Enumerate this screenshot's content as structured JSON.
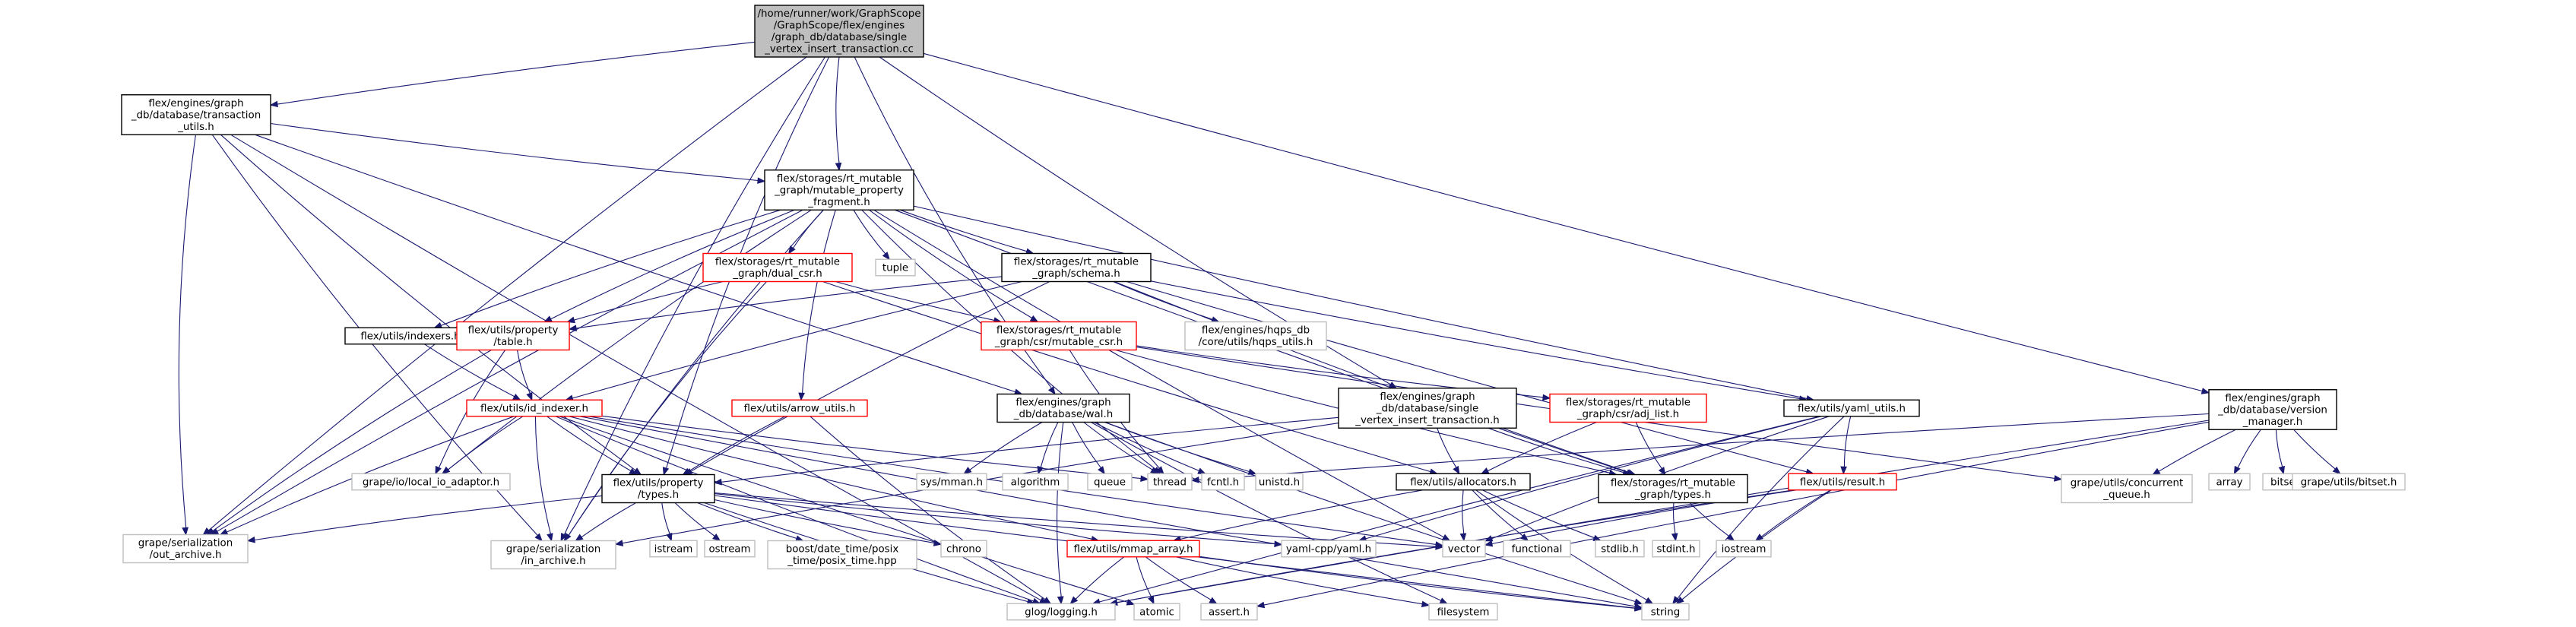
{
  "nodes": [
    {
      "id": "root",
      "lines": [
        "/home/runner/work/GraphScope",
        "/GraphScope/flex/engines",
        "/graph_db/database/single",
        "_vertex_insert_transaction.cc"
      ],
      "style": "root"
    },
    {
      "id": "txn_utils",
      "lines": [
        "flex/engines/graph",
        "_db/database/transaction",
        "_utils.h"
      ],
      "style": "normal"
    },
    {
      "id": "mpf",
      "lines": [
        "flex/storages/rt_mutable",
        "_graph/mutable_property",
        "_fragment.h"
      ],
      "style": "normal"
    },
    {
      "id": "version_mgr",
      "lines": [
        "flex/engines/graph",
        "_db/database/version",
        "_manager.h"
      ],
      "style": "normal"
    },
    {
      "id": "dual_csr",
      "lines": [
        "flex/storages/rt_mutable",
        "_graph/dual_csr.h"
      ],
      "style": "red"
    },
    {
      "id": "tuple",
      "lines": [
        "tuple"
      ],
      "style": "gray"
    },
    {
      "id": "schema",
      "lines": [
        "flex/storages/rt_mutable",
        "_graph/schema.h"
      ],
      "style": "normal"
    },
    {
      "id": "indexers",
      "lines": [
        "flex/utils/indexers.h"
      ],
      "style": "normal"
    },
    {
      "id": "prop_table",
      "lines": [
        "flex/utils/property",
        "/table.h"
      ],
      "style": "red"
    },
    {
      "id": "mutable_csr",
      "lines": [
        "flex/storages/rt_mutable",
        "_graph/csr/mutable_csr.h"
      ],
      "style": "red"
    },
    {
      "id": "hqps_utils",
      "lines": [
        "flex/engines/hqps_db",
        "/core/utils/hqps_utils.h"
      ],
      "style": "gray"
    },
    {
      "id": "id_indexer",
      "lines": [
        "flex/utils/id_indexer.h"
      ],
      "style": "red"
    },
    {
      "id": "arrow_utils",
      "lines": [
        "flex/utils/arrow_utils.h"
      ],
      "style": "red"
    },
    {
      "id": "wal",
      "lines": [
        "flex/engines/graph",
        "_db/database/wal.h"
      ],
      "style": "normal"
    },
    {
      "id": "svit",
      "lines": [
        "flex/engines/graph",
        "_db/database/single",
        "_vertex_insert_transaction.h"
      ],
      "style": "normal"
    },
    {
      "id": "adj_list",
      "lines": [
        "flex/storages/rt_mutable",
        "_graph/csr/adj_list.h"
      ],
      "style": "red"
    },
    {
      "id": "yaml_utils",
      "lines": [
        "flex/utils/yaml_utils.h"
      ],
      "style": "normal"
    },
    {
      "id": "local_io",
      "lines": [
        "grape/io/local_io_adaptor.h"
      ],
      "style": "gray"
    },
    {
      "id": "prop_types",
      "lines": [
        "flex/utils/property",
        "/types.h"
      ],
      "style": "normal"
    },
    {
      "id": "sys_mman",
      "lines": [
        "sys/mman.h"
      ],
      "style": "gray"
    },
    {
      "id": "algorithm",
      "lines": [
        "algorithm"
      ],
      "style": "gray"
    },
    {
      "id": "queue",
      "lines": [
        "queue"
      ],
      "style": "gray"
    },
    {
      "id": "thread",
      "lines": [
        "thread"
      ],
      "style": "gray"
    },
    {
      "id": "fcntl",
      "lines": [
        "fcntl.h"
      ],
      "style": "gray"
    },
    {
      "id": "unistd",
      "lines": [
        "unistd.h"
      ],
      "style": "gray"
    },
    {
      "id": "allocators",
      "lines": [
        "flex/utils/allocators.h"
      ],
      "style": "normal"
    },
    {
      "id": "rmg_types",
      "lines": [
        "flex/storages/rt_mutable",
        "_graph/types.h"
      ],
      "style": "normal"
    },
    {
      "id": "result",
      "lines": [
        "flex/utils/result.h"
      ],
      "style": "red"
    },
    {
      "id": "concurrent_queue",
      "lines": [
        "grape/utils/concurrent",
        "_queue.h"
      ],
      "style": "gray"
    },
    {
      "id": "array",
      "lines": [
        "array"
      ],
      "style": "gray"
    },
    {
      "id": "bitset",
      "lines": [
        "bitset"
      ],
      "style": "gray"
    },
    {
      "id": "grape_bitset",
      "lines": [
        "grape/utils/bitset.h"
      ],
      "style": "gray"
    },
    {
      "id": "out_archive",
      "lines": [
        "grape/serialization",
        "/out_archive.h"
      ],
      "style": "gray"
    },
    {
      "id": "in_archive",
      "lines": [
        "grape/serialization",
        "/in_archive.h"
      ],
      "style": "gray"
    },
    {
      "id": "istream",
      "lines": [
        "istream"
      ],
      "style": "gray"
    },
    {
      "id": "ostream",
      "lines": [
        "ostream"
      ],
      "style": "gray"
    },
    {
      "id": "posix_time",
      "lines": [
        "boost/date_time/posix",
        "_time/posix_time.hpp"
      ],
      "style": "gray"
    },
    {
      "id": "chrono",
      "lines": [
        "chrono"
      ],
      "style": "gray"
    },
    {
      "id": "mmap_array",
      "lines": [
        "flex/utils/mmap_array.h"
      ],
      "style": "red"
    },
    {
      "id": "yaml_cpp",
      "lines": [
        "yaml-cpp/yaml.h"
      ],
      "style": "gray"
    },
    {
      "id": "vector",
      "lines": [
        "vector"
      ],
      "style": "gray"
    },
    {
      "id": "functional",
      "lines": [
        "functional"
      ],
      "style": "gray"
    },
    {
      "id": "stdlib",
      "lines": [
        "stdlib.h"
      ],
      "style": "gray"
    },
    {
      "id": "stdint",
      "lines": [
        "stdint.h"
      ],
      "style": "gray"
    },
    {
      "id": "iostream",
      "lines": [
        "iostream"
      ],
      "style": "gray"
    },
    {
      "id": "glog",
      "lines": [
        "glog/logging.h"
      ],
      "style": "gray"
    },
    {
      "id": "atomic",
      "lines": [
        "atomic"
      ],
      "style": "gray"
    },
    {
      "id": "assert",
      "lines": [
        "assert.h"
      ],
      "style": "gray"
    },
    {
      "id": "filesystem",
      "lines": [
        "filesystem"
      ],
      "style": "gray"
    },
    {
      "id": "string",
      "lines": [
        "string"
      ],
      "style": "gray"
    }
  ],
  "edges": [
    [
      "root",
      "txn_utils"
    ],
    [
      "root",
      "mpf"
    ],
    [
      "root",
      "version_mgr"
    ],
    [
      "root",
      "svit"
    ],
    [
      "root",
      "wal"
    ],
    [
      "root",
      "prop_types"
    ],
    [
      "root",
      "out_archive"
    ],
    [
      "root",
      "in_archive"
    ],
    [
      "txn_utils",
      "mpf"
    ],
    [
      "txn_utils",
      "wal"
    ],
    [
      "txn_utils",
      "prop_types"
    ],
    [
      "txn_utils",
      "in_archive"
    ],
    [
      "txn_utils",
      "out_archive"
    ],
    [
      "txn_utils",
      "glog"
    ],
    [
      "mpf",
      "dual_csr"
    ],
    [
      "mpf",
      "tuple"
    ],
    [
      "mpf",
      "schema"
    ],
    [
      "mpf",
      "indexers"
    ],
    [
      "mpf",
      "prop_table"
    ],
    [
      "mpf",
      "mutable_csr"
    ],
    [
      "mpf",
      "arrow_utils"
    ],
    [
      "mpf",
      "yaml_utils"
    ],
    [
      "mpf",
      "local_io"
    ],
    [
      "mpf",
      "out_archive"
    ],
    [
      "mpf",
      "in_archive"
    ],
    [
      "mpf",
      "thread"
    ],
    [
      "mpf",
      "rmg_types"
    ],
    [
      "mpf",
      "vector"
    ],
    [
      "dual_csr",
      "mutable_csr"
    ],
    [
      "dual_csr",
      "prop_table"
    ],
    [
      "dual_csr",
      "allocators"
    ],
    [
      "dual_csr",
      "in_archive"
    ],
    [
      "schema",
      "prop_table"
    ],
    [
      "schema",
      "id_indexer"
    ],
    [
      "schema",
      "hqps_utils"
    ],
    [
      "schema",
      "prop_types"
    ],
    [
      "schema",
      "yaml_utils"
    ],
    [
      "schema",
      "result"
    ],
    [
      "schema",
      "rmg_types"
    ],
    [
      "indexers",
      "id_indexer"
    ],
    [
      "prop_table",
      "id_indexer"
    ],
    [
      "prop_table",
      "local_io"
    ],
    [
      "prop_table",
      "out_archive"
    ],
    [
      "mutable_csr",
      "adj_list"
    ],
    [
      "mutable_csr",
      "thread"
    ],
    [
      "mutable_csr",
      "concurrent_queue"
    ],
    [
      "mutable_csr",
      "rmg_types"
    ],
    [
      "id_indexer",
      "local_io"
    ],
    [
      "id_indexer",
      "prop_types"
    ],
    [
      "id_indexer",
      "mmap_array"
    ],
    [
      "id_indexer",
      "out_archive"
    ],
    [
      "id_indexer",
      "in_archive"
    ],
    [
      "id_indexer",
      "glog"
    ],
    [
      "id_indexer",
      "string"
    ],
    [
      "id_indexer",
      "atomic"
    ],
    [
      "id_indexer",
      "thread"
    ],
    [
      "id_indexer",
      "vector"
    ],
    [
      "arrow_utils",
      "prop_types"
    ],
    [
      "arrow_utils",
      "glog"
    ],
    [
      "wal",
      "sys_mman"
    ],
    [
      "wal",
      "algorithm"
    ],
    [
      "wal",
      "queue"
    ],
    [
      "wal",
      "thread"
    ],
    [
      "wal",
      "fcntl"
    ],
    [
      "wal",
      "unistd"
    ],
    [
      "wal",
      "glog"
    ],
    [
      "wal",
      "filesystem"
    ],
    [
      "wal",
      "string"
    ],
    [
      "svit",
      "allocators"
    ],
    [
      "svit",
      "prop_types"
    ],
    [
      "svit",
      "rmg_types"
    ],
    [
      "svit",
      "in_archive"
    ],
    [
      "adj_list",
      "allocators"
    ],
    [
      "adj_list",
      "rmg_types"
    ],
    [
      "yaml_utils",
      "result"
    ],
    [
      "yaml_utils",
      "yaml_cpp"
    ],
    [
      "yaml_utils",
      "vector"
    ],
    [
      "yaml_utils",
      "glog"
    ],
    [
      "yaml_utils",
      "string"
    ],
    [
      "version_mgr",
      "concurrent_queue"
    ],
    [
      "version_mgr",
      "array"
    ],
    [
      "version_mgr",
      "bitset"
    ],
    [
      "version_mgr",
      "grape_bitset"
    ],
    [
      "version_mgr",
      "thread"
    ],
    [
      "version_mgr",
      "glog"
    ],
    [
      "version_mgr",
      "assert"
    ],
    [
      "prop_types",
      "out_archive"
    ],
    [
      "prop_types",
      "in_archive"
    ],
    [
      "prop_types",
      "istream"
    ],
    [
      "prop_types",
      "ostream"
    ],
    [
      "prop_types",
      "posix_time"
    ],
    [
      "prop_types",
      "chrono"
    ],
    [
      "prop_types",
      "vector"
    ],
    [
      "prop_types",
      "yaml_cpp"
    ],
    [
      "prop_types",
      "glog"
    ],
    [
      "prop_types",
      "string"
    ],
    [
      "allocators",
      "mmap_array"
    ],
    [
      "allocators",
      "vector"
    ],
    [
      "allocators",
      "functional"
    ],
    [
      "allocators",
      "stdlib"
    ],
    [
      "allocators",
      "string"
    ],
    [
      "rmg_types",
      "stdint"
    ],
    [
      "rmg_types",
      "iostream"
    ],
    [
      "result",
      "iostream"
    ],
    [
      "result",
      "vector"
    ],
    [
      "result",
      "glog"
    ],
    [
      "result",
      "string"
    ],
    [
      "mmap_array",
      "glog"
    ],
    [
      "mmap_array",
      "atomic"
    ],
    [
      "mmap_array",
      "assert"
    ],
    [
      "mmap_array",
      "filesystem"
    ],
    [
      "mmap_array",
      "string"
    ]
  ],
  "colors": {
    "root_fill": "#bfbfbf",
    "normal_stroke": "#000000",
    "red_stroke": "#ff0000",
    "gray_stroke": "#bfbfbf",
    "edge": "#191970",
    "text": "#000000"
  }
}
